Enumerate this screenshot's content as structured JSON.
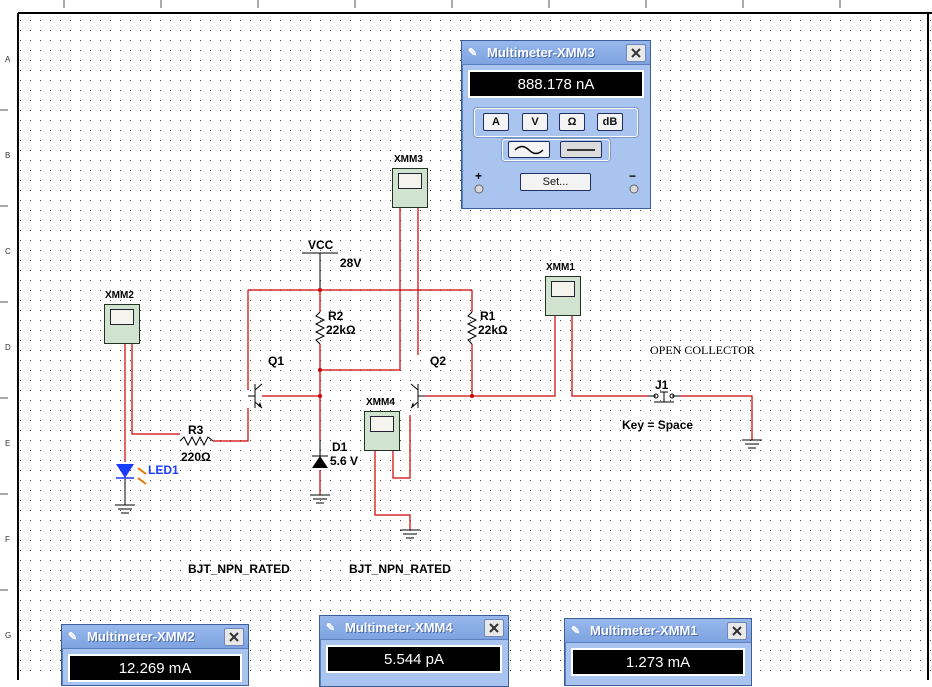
{
  "schematic": {
    "vcc_label": "VCC",
    "vcc_value": "28V",
    "components": {
      "r1_name": "R1",
      "r1_value": "22kΩ",
      "r2_name": "R2",
      "r2_value": "22kΩ",
      "r3_name": "R3",
      "r3_value": "220Ω",
      "d1_name": "D1",
      "d1_value": "5.6 V",
      "q1_name": "Q1",
      "q2_name": "Q2",
      "led_name": "LED1",
      "j1_name": "J1",
      "j1_key": "Key = Space",
      "q1_model": "BJT_NPN_RATED",
      "q2_model": "BJT_NPN_RATED"
    },
    "open_collector_note": "OPEN COLLECTOR",
    "instruments": {
      "xmm1": "XMM1",
      "xmm2": "XMM2",
      "xmm3": "XMM3",
      "xmm4": "XMM4"
    },
    "ruler_rows": [
      "A",
      "B",
      "C",
      "D",
      "E",
      "F",
      "G"
    ]
  },
  "multimeter_xmm3": {
    "title": "Multimeter-XMM3",
    "reading": "888.178 nA",
    "buttons": {
      "amp": "A",
      "volt": "V",
      "ohm": "Ω",
      "db": "dB"
    },
    "set_label": "Set...",
    "plus": "+",
    "minus": "−"
  },
  "multimeter_xmm2": {
    "title": "Multimeter-XMM2",
    "reading": "12.269 mA"
  },
  "multimeter_xmm4": {
    "title": "Multimeter-XMM4",
    "reading": "5.544 pA"
  },
  "multimeter_xmm1": {
    "title": "Multimeter-XMM1",
    "reading": "1.273 mA"
  },
  "colors": {
    "wire": "#cc0000",
    "led": "#1a3cff",
    "panel": "#a9c4ee",
    "titlebar": "#7ea3e0"
  }
}
